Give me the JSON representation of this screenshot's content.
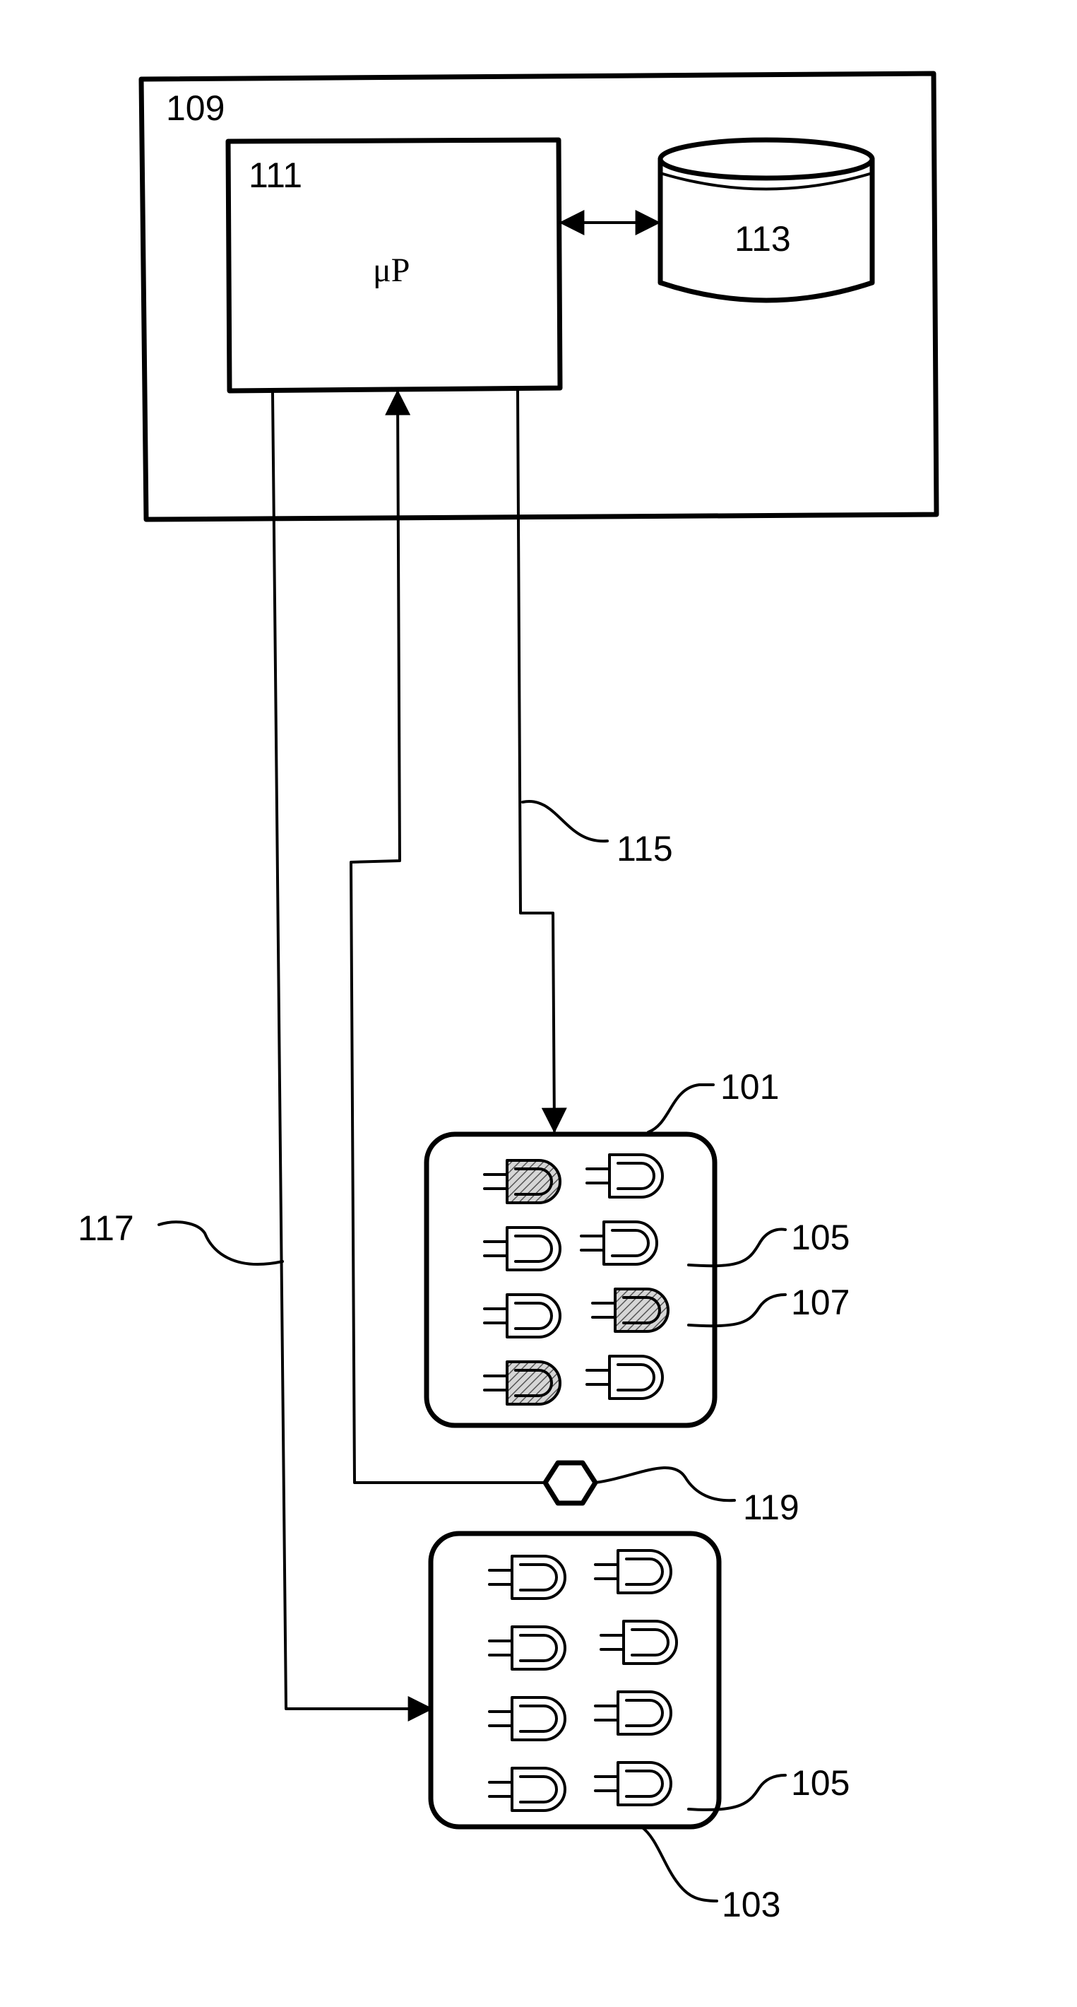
{
  "labels": {
    "system": "109",
    "processor": "111",
    "processor_text": "μP",
    "storage": "113",
    "line_115": "115",
    "line_117": "117",
    "panel_101": "101",
    "panel_103": "103",
    "led_105_upper": "105",
    "led_105_lower": "105",
    "led_107": "107",
    "sensor_119": "119"
  },
  "panels": [
    {
      "id": "101",
      "leds": [
        {
          "row": 1,
          "col": 1,
          "state": "hatched"
        },
        {
          "row": 1,
          "col": 2,
          "state": "plain"
        },
        {
          "row": 2,
          "col": 1,
          "state": "plain"
        },
        {
          "row": 2,
          "col": 2,
          "state": "plain"
        },
        {
          "row": 3,
          "col": 1,
          "state": "plain"
        },
        {
          "row": 3,
          "col": 2,
          "state": "hatched"
        },
        {
          "row": 4,
          "col": 1,
          "state": "hatched"
        },
        {
          "row": 4,
          "col": 2,
          "state": "plain"
        }
      ]
    },
    {
      "id": "103",
      "leds": [
        {
          "row": 1,
          "col": 1,
          "state": "plain"
        },
        {
          "row": 1,
          "col": 2,
          "state": "plain"
        },
        {
          "row": 2,
          "col": 1,
          "state": "plain"
        },
        {
          "row": 2,
          "col": 2,
          "state": "plain"
        },
        {
          "row": 3,
          "col": 1,
          "state": "plain"
        },
        {
          "row": 3,
          "col": 2,
          "state": "plain"
        },
        {
          "row": 4,
          "col": 1,
          "state": "plain"
        },
        {
          "row": 4,
          "col": 2,
          "state": "plain"
        }
      ]
    }
  ]
}
